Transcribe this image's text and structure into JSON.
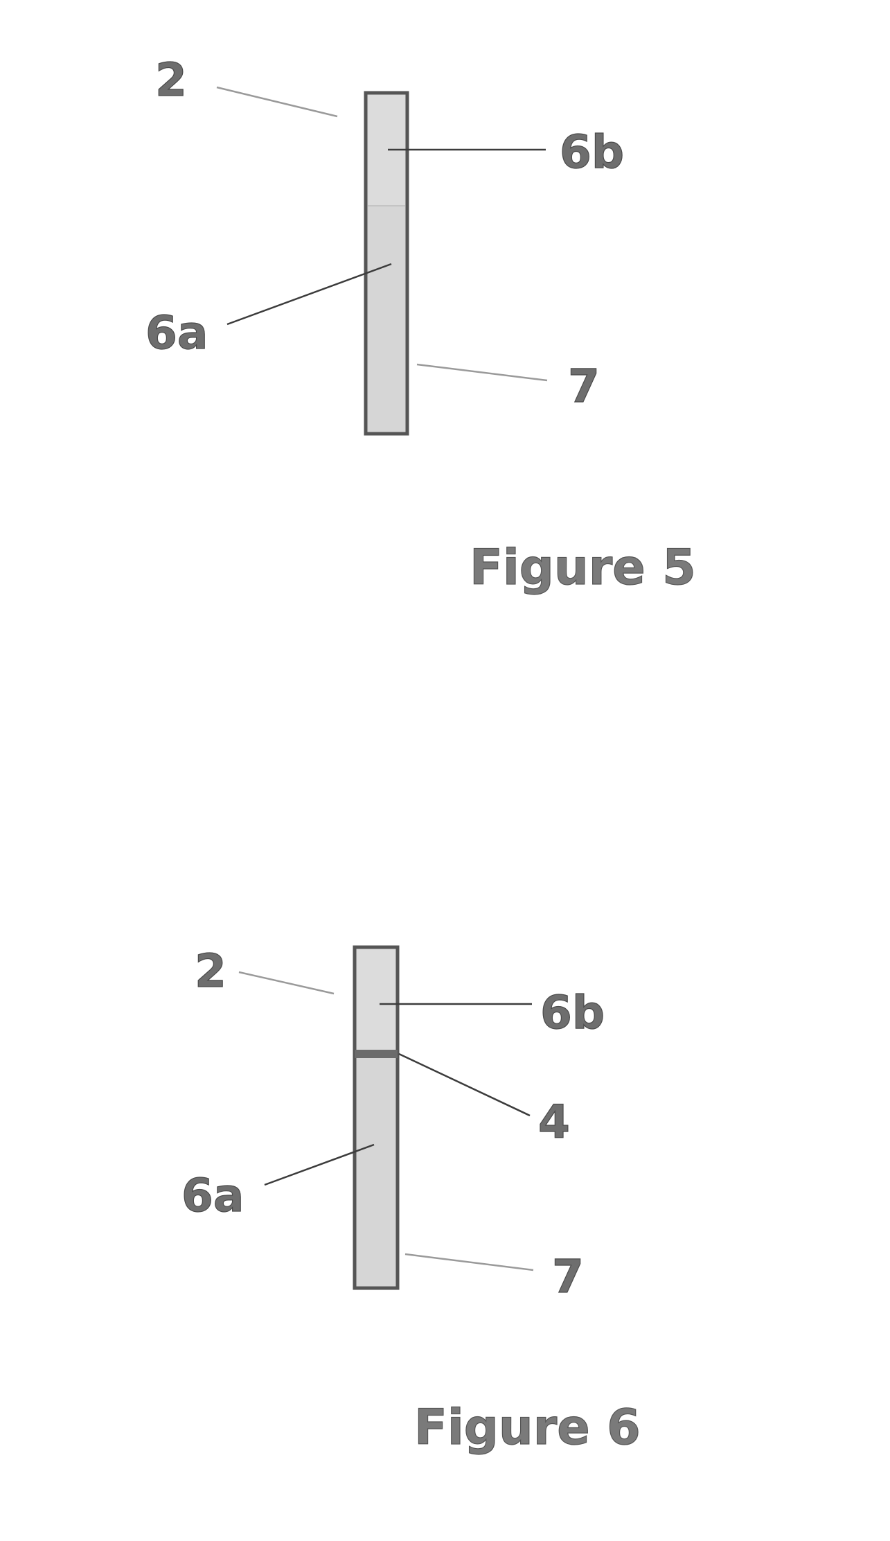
{
  "figure_5": {
    "caption": "Figure 5",
    "labels": {
      "ref_2": "2",
      "ref_6b": "6b",
      "ref_6a": "6a",
      "ref_7": "7"
    }
  },
  "figure_6": {
    "caption": "Figure 6",
    "labels": {
      "ref_2": "2",
      "ref_6b": "6b",
      "ref_4": "4",
      "ref_6a": "6a",
      "ref_7": "7"
    }
  },
  "colors": {
    "strip_fill": "#d6d6d6",
    "strip_border": "#555555",
    "segment_divider": "#c4c4c4",
    "layer_4": "#6b6b6b",
    "label_text": "#6e6e6e"
  }
}
